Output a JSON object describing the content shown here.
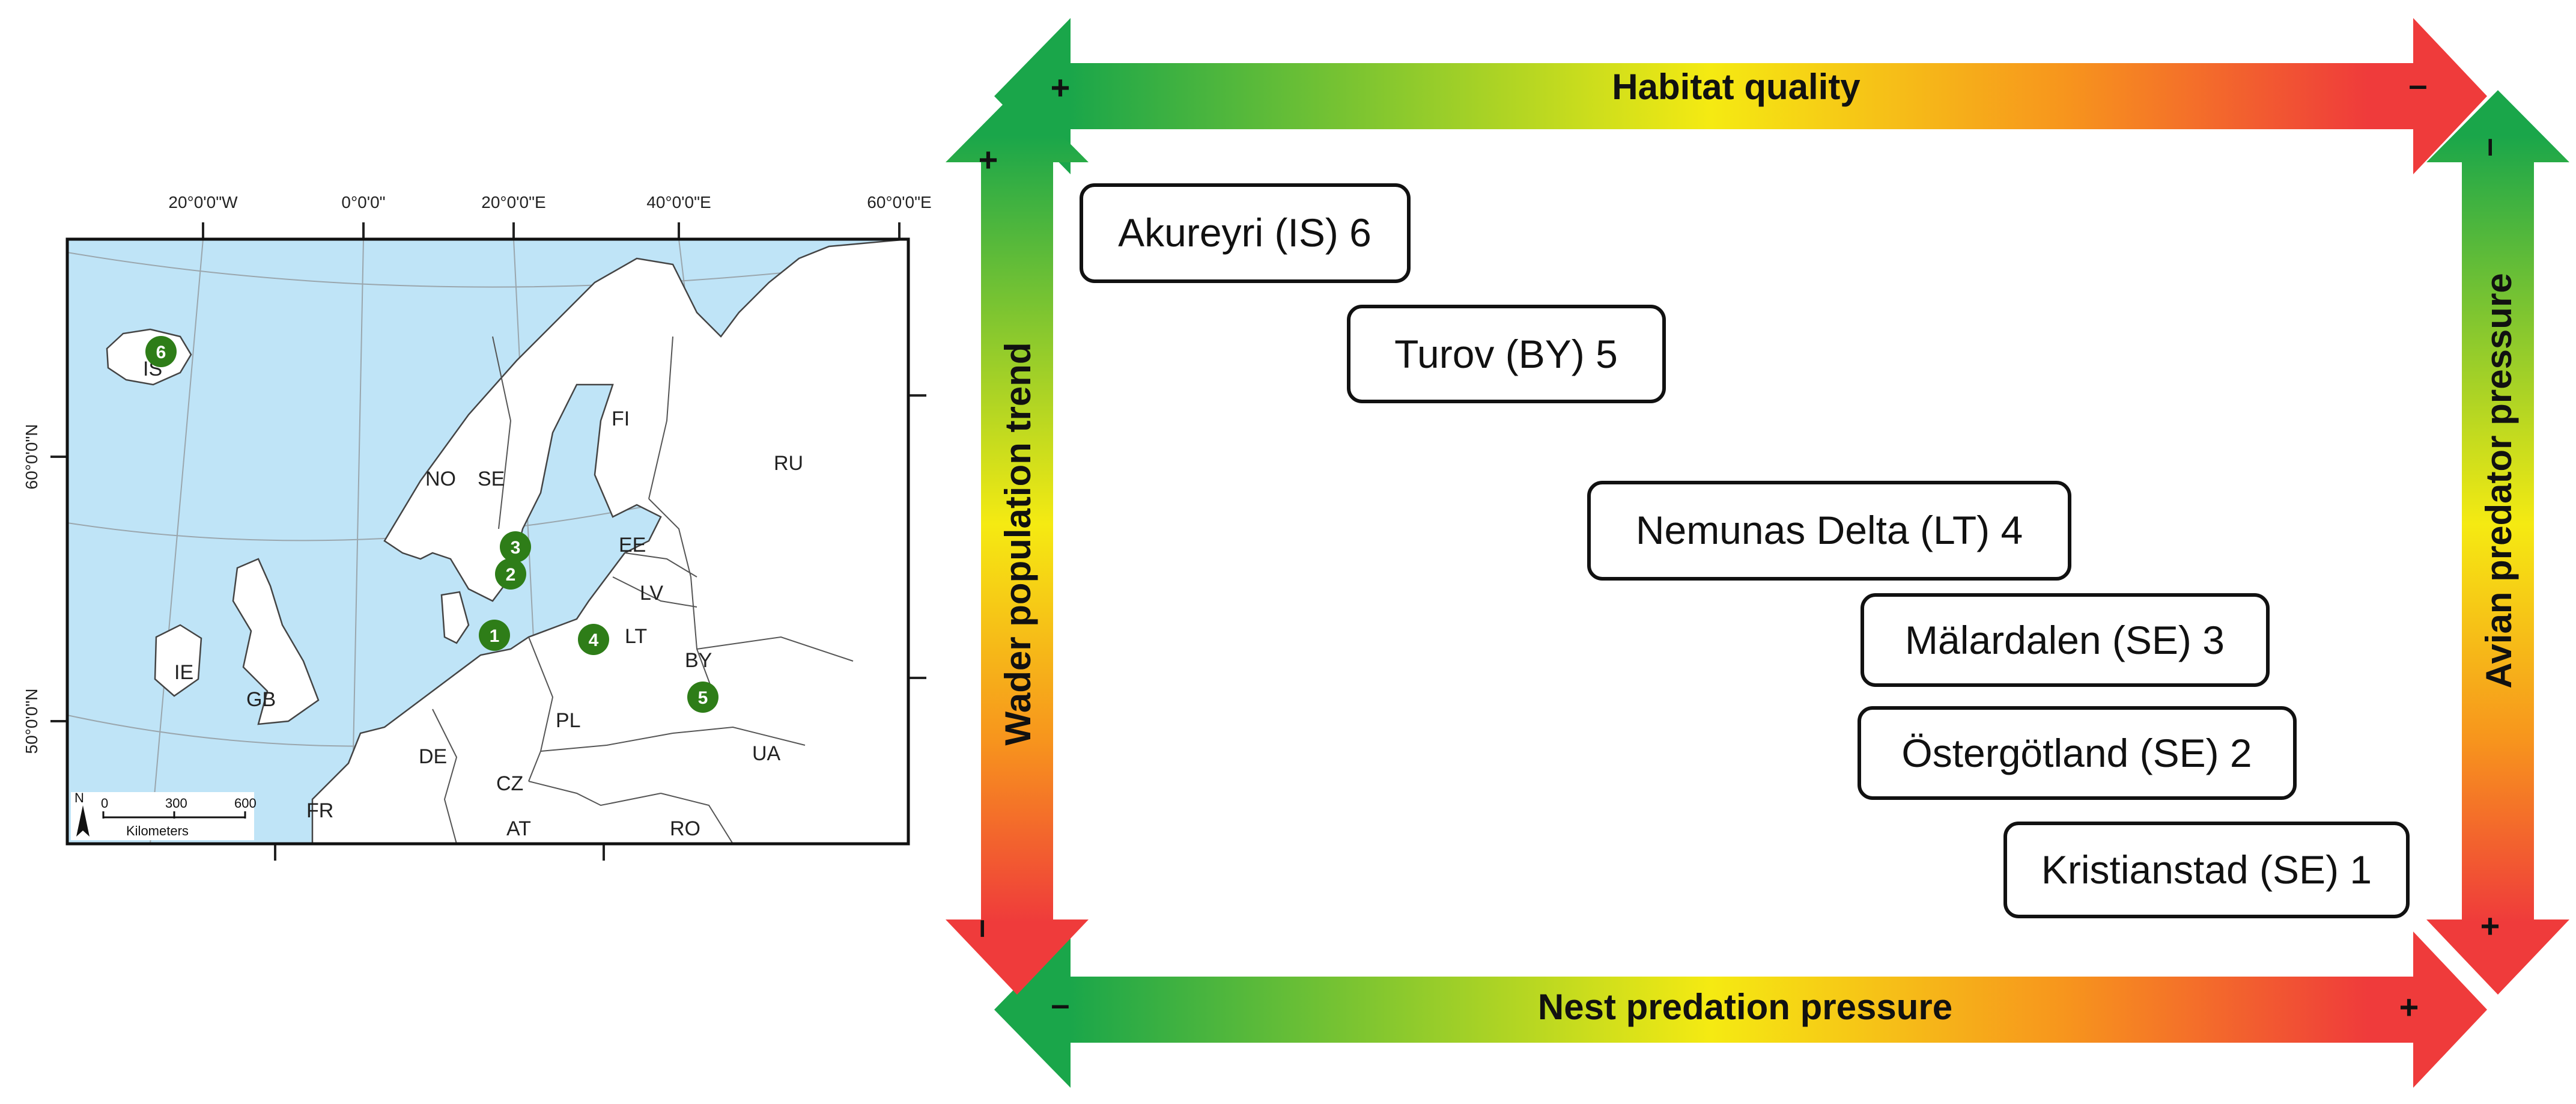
{
  "map": {
    "lon_labels": [
      "20°0'0\"W",
      "0°0'0\"",
      "20°0'0\"E",
      "40°0'0\"E",
      "60°0'0\"E"
    ],
    "lat_labels": [
      "60°0'0\"N",
      "50°0'0\"N"
    ],
    "countries": [
      "IS",
      "NO",
      "SE",
      "FI",
      "RU",
      "EE",
      "LV",
      "LT",
      "BY",
      "IE",
      "GB",
      "PL",
      "DE",
      "CZ",
      "UA",
      "FR",
      "AT",
      "RO"
    ],
    "sites": [
      "1",
      "2",
      "3",
      "4",
      "5",
      "6"
    ],
    "scale_ticks": [
      "0",
      "300",
      "600"
    ],
    "scale_unit": "Kilometers",
    "north": "N",
    "colors": {
      "sea": "#bfe4f7",
      "land": "#ffffff",
      "site": "#2e7d18"
    }
  },
  "arrows": {
    "top": {
      "title": "Habitat quality",
      "left_sign": "+",
      "right_sign": "–"
    },
    "bottom": {
      "title": "Nest predation pressure",
      "left_sign": "–",
      "right_sign": "+"
    },
    "left": {
      "title": "Wader population trend",
      "top_sign": "+",
      "bottom_sign": "–"
    },
    "right": {
      "title": "Avian predator pressure",
      "top_sign": "–",
      "bottom_sign": "+"
    },
    "colors": {
      "good": "#1aa64a",
      "mid": "#f5ea12",
      "bad": "#ef3b3b"
    }
  },
  "boxes": [
    "Akureyri (IS) 6",
    "Turov (BY) 5",
    "Nemunas Delta (LT) 4",
    "Mälardalen (SE) 3",
    "Östergötland (SE) 2",
    "Kristianstad (SE) 1"
  ]
}
